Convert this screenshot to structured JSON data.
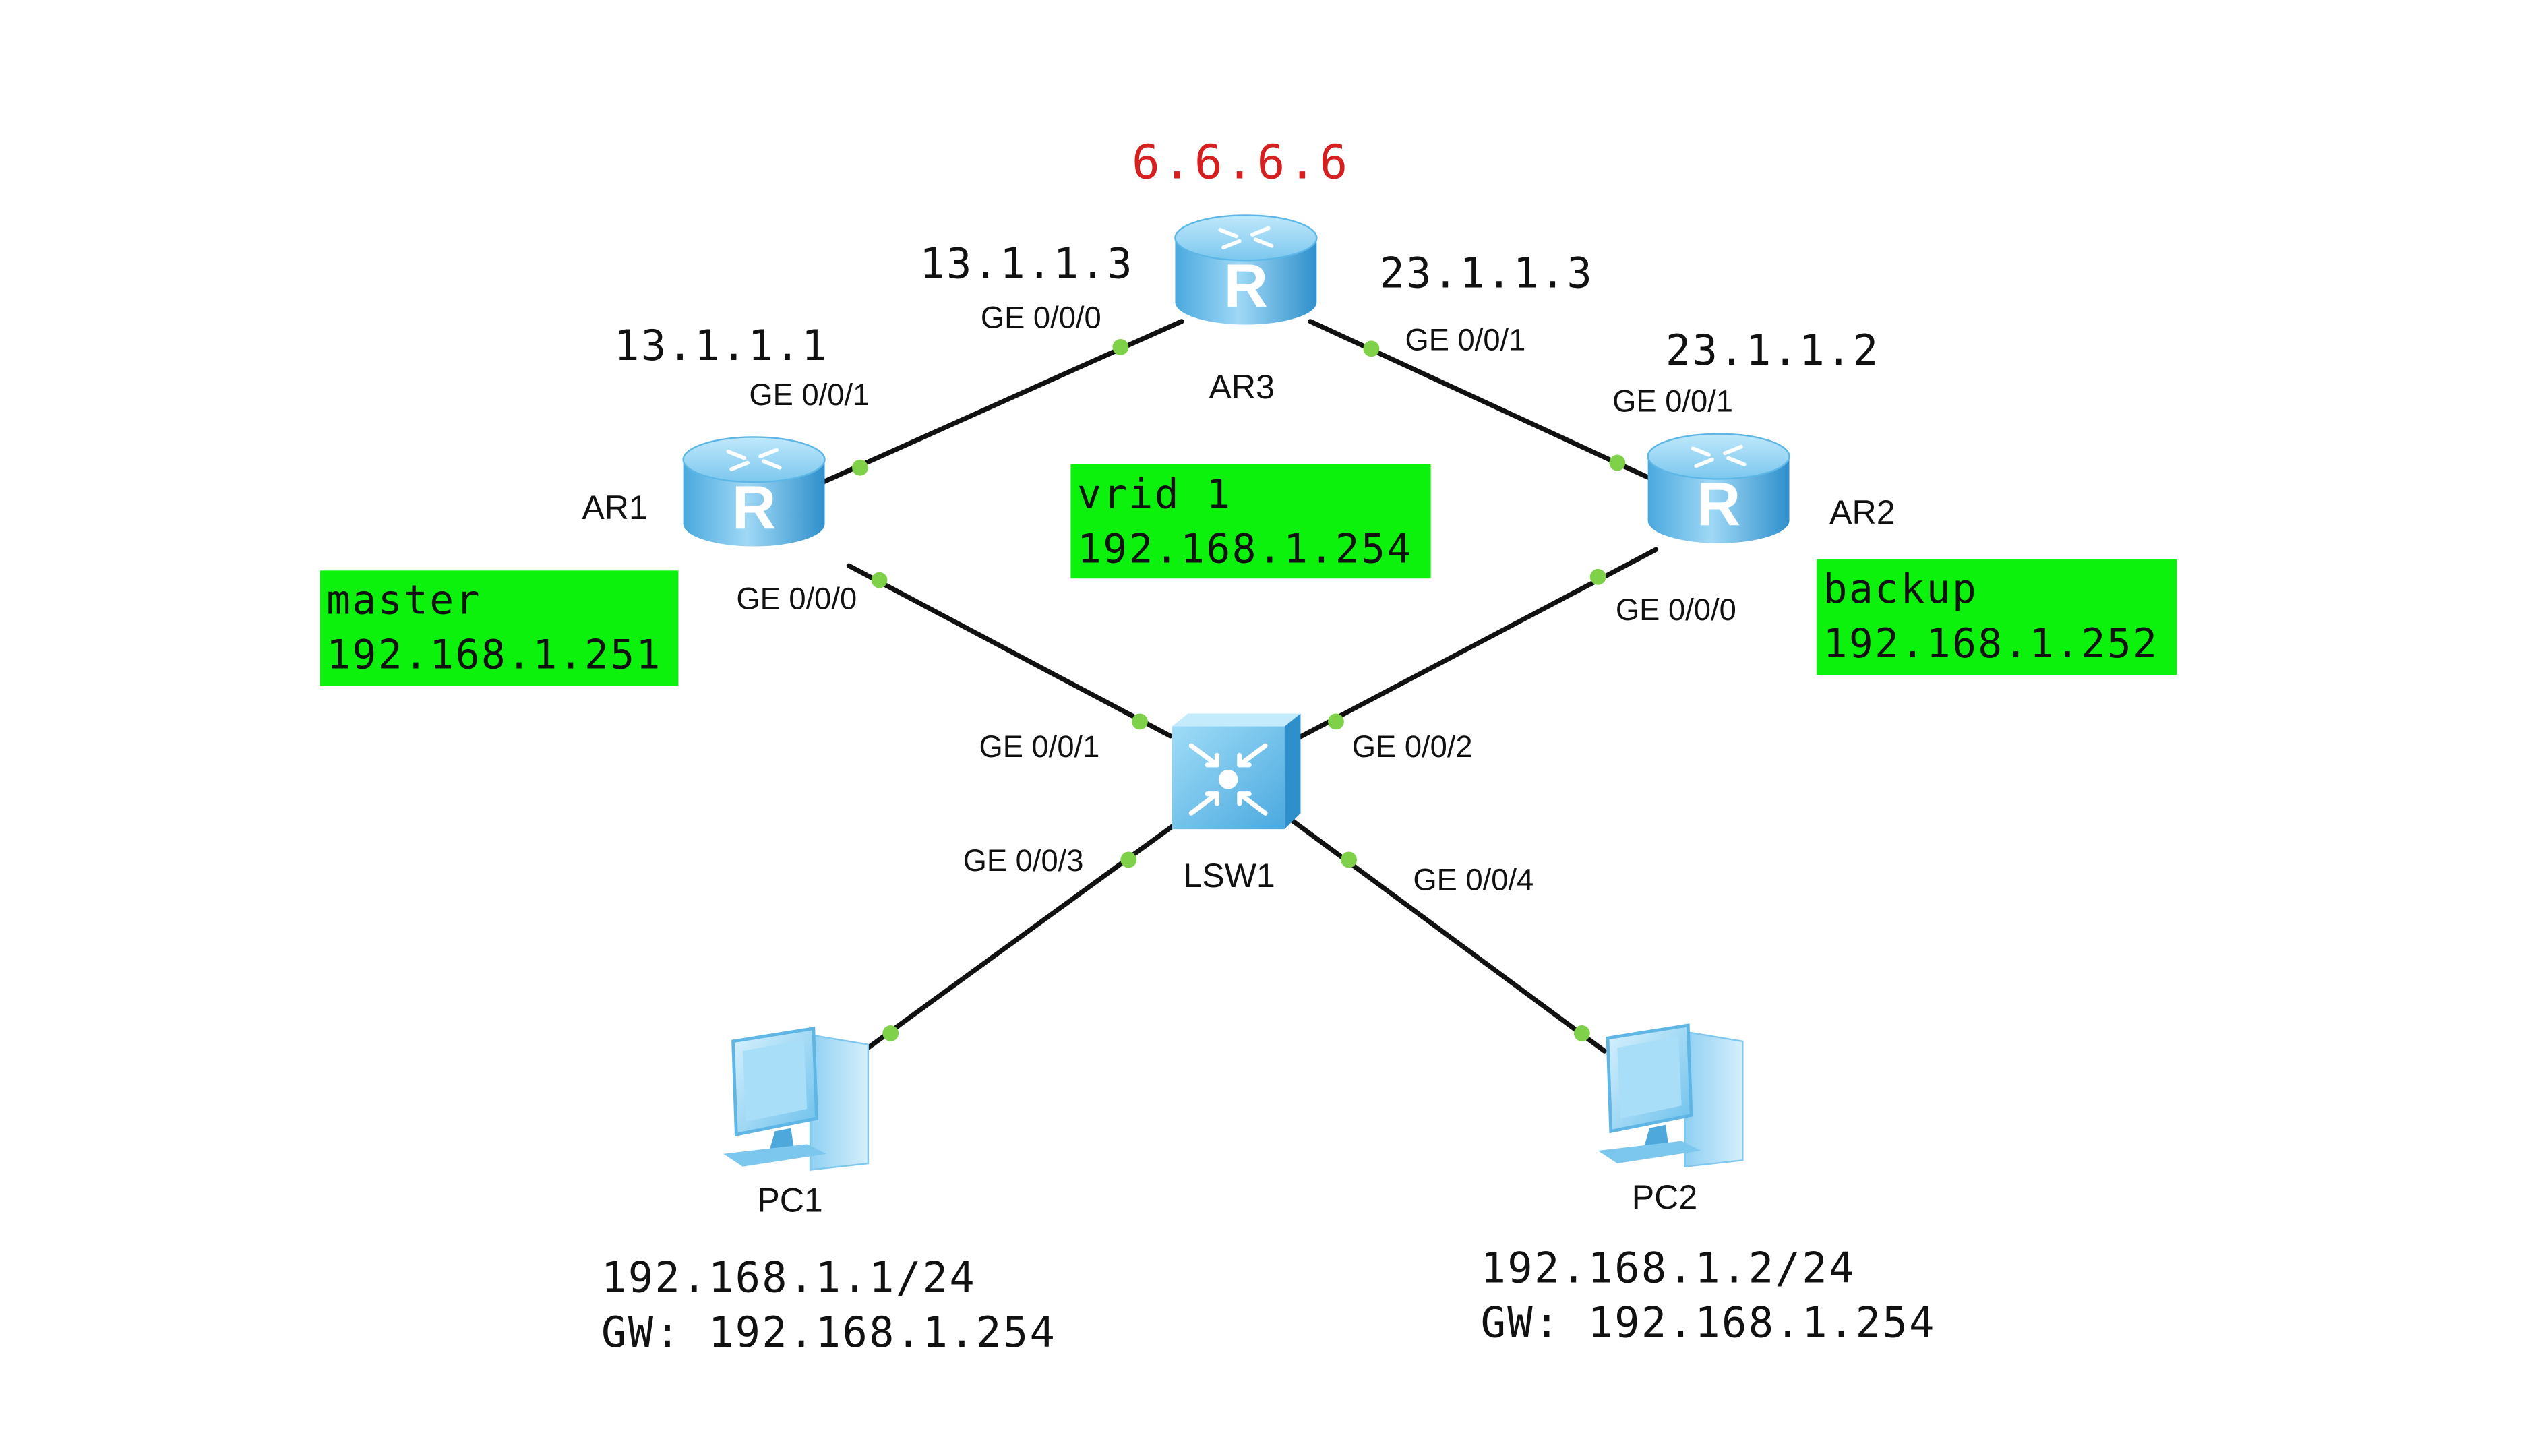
{
  "colors": {
    "note_background": "#0df20d",
    "loopback_text": "#d61f1f",
    "port_dot": "#7fd14a",
    "link": "#111111",
    "device_blue": "#3fa7e0"
  },
  "loopback": "6.6.6.6",
  "devices": {
    "ar1": {
      "name": "AR1",
      "icon": "router-icon"
    },
    "ar2": {
      "name": "AR2",
      "icon": "router-icon"
    },
    "ar3": {
      "name": "AR3",
      "icon": "router-icon"
    },
    "lsw1": {
      "name": "LSW1",
      "icon": "switch-icon"
    },
    "pc1": {
      "name": "PC1",
      "icon": "pc-icon"
    },
    "pc2": {
      "name": "PC2",
      "icon": "pc-icon"
    }
  },
  "ports": {
    "ar3_g000": "GE 0/0/0",
    "ar3_g001": "GE 0/0/1",
    "ar1_g001": "GE 0/0/1",
    "ar1_g000": "GE 0/0/0",
    "ar2_g001": "GE 0/0/1",
    "ar2_g000": "GE 0/0/0",
    "lsw_g001": "GE 0/0/1",
    "lsw_g002": "GE 0/0/2",
    "lsw_g003": "GE 0/0/3",
    "lsw_g004": "GE 0/0/4"
  },
  "addresses": {
    "ar3_left": "13.1.1.3",
    "ar3_right": "23.1.1.3",
    "ar1_up": "13.1.1.1",
    "ar2_up": "23.1.1.2"
  },
  "notes": {
    "vrid": {
      "line1": "vrid 1",
      "line2": "192.168.1.254"
    },
    "master": {
      "line1": "master",
      "line2": "192.168.1.251"
    },
    "backup": {
      "line1": "backup",
      "line2": "192.168.1.252"
    }
  },
  "pcs": {
    "pc1": {
      "ip": "192.168.1.1/24",
      "gw": "GW: 192.168.1.254"
    },
    "pc2": {
      "ip": "192.168.1.2/24",
      "gw": "GW: 192.168.1.254"
    }
  }
}
